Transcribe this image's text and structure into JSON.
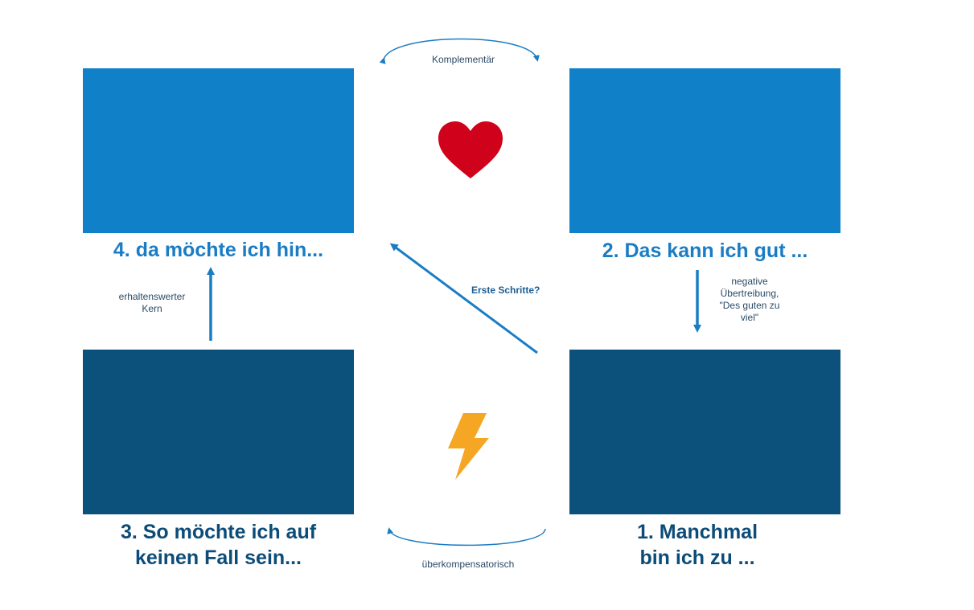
{
  "quadrants": {
    "q4": {
      "title": "4. da möchte ich hin..."
    },
    "q2": {
      "title": "2. Das kann ich gut ..."
    },
    "q3": {
      "title": "3. So möchte ich auf keinen Fall sein..."
    },
    "q1": {
      "title": "1. Manchmal bin ich zu ..."
    }
  },
  "labels": {
    "top_arc": "Komplementär",
    "bottom_arc": "überkompensatorisch",
    "left_arrow": "erhaltenswerter Kern",
    "right_arrow": "negative Übertreibung, \"Des guten zu viel\"",
    "diagonal": "Erste Schritte?"
  },
  "icons": {
    "top": "heart-icon",
    "bottom": "lightning-icon"
  },
  "colors": {
    "light_box": "#1080c8",
    "dark_box": "#0c507c",
    "heart": "#d0021b",
    "lightning": "#f5a623",
    "arrow": "#1a7dc4"
  }
}
